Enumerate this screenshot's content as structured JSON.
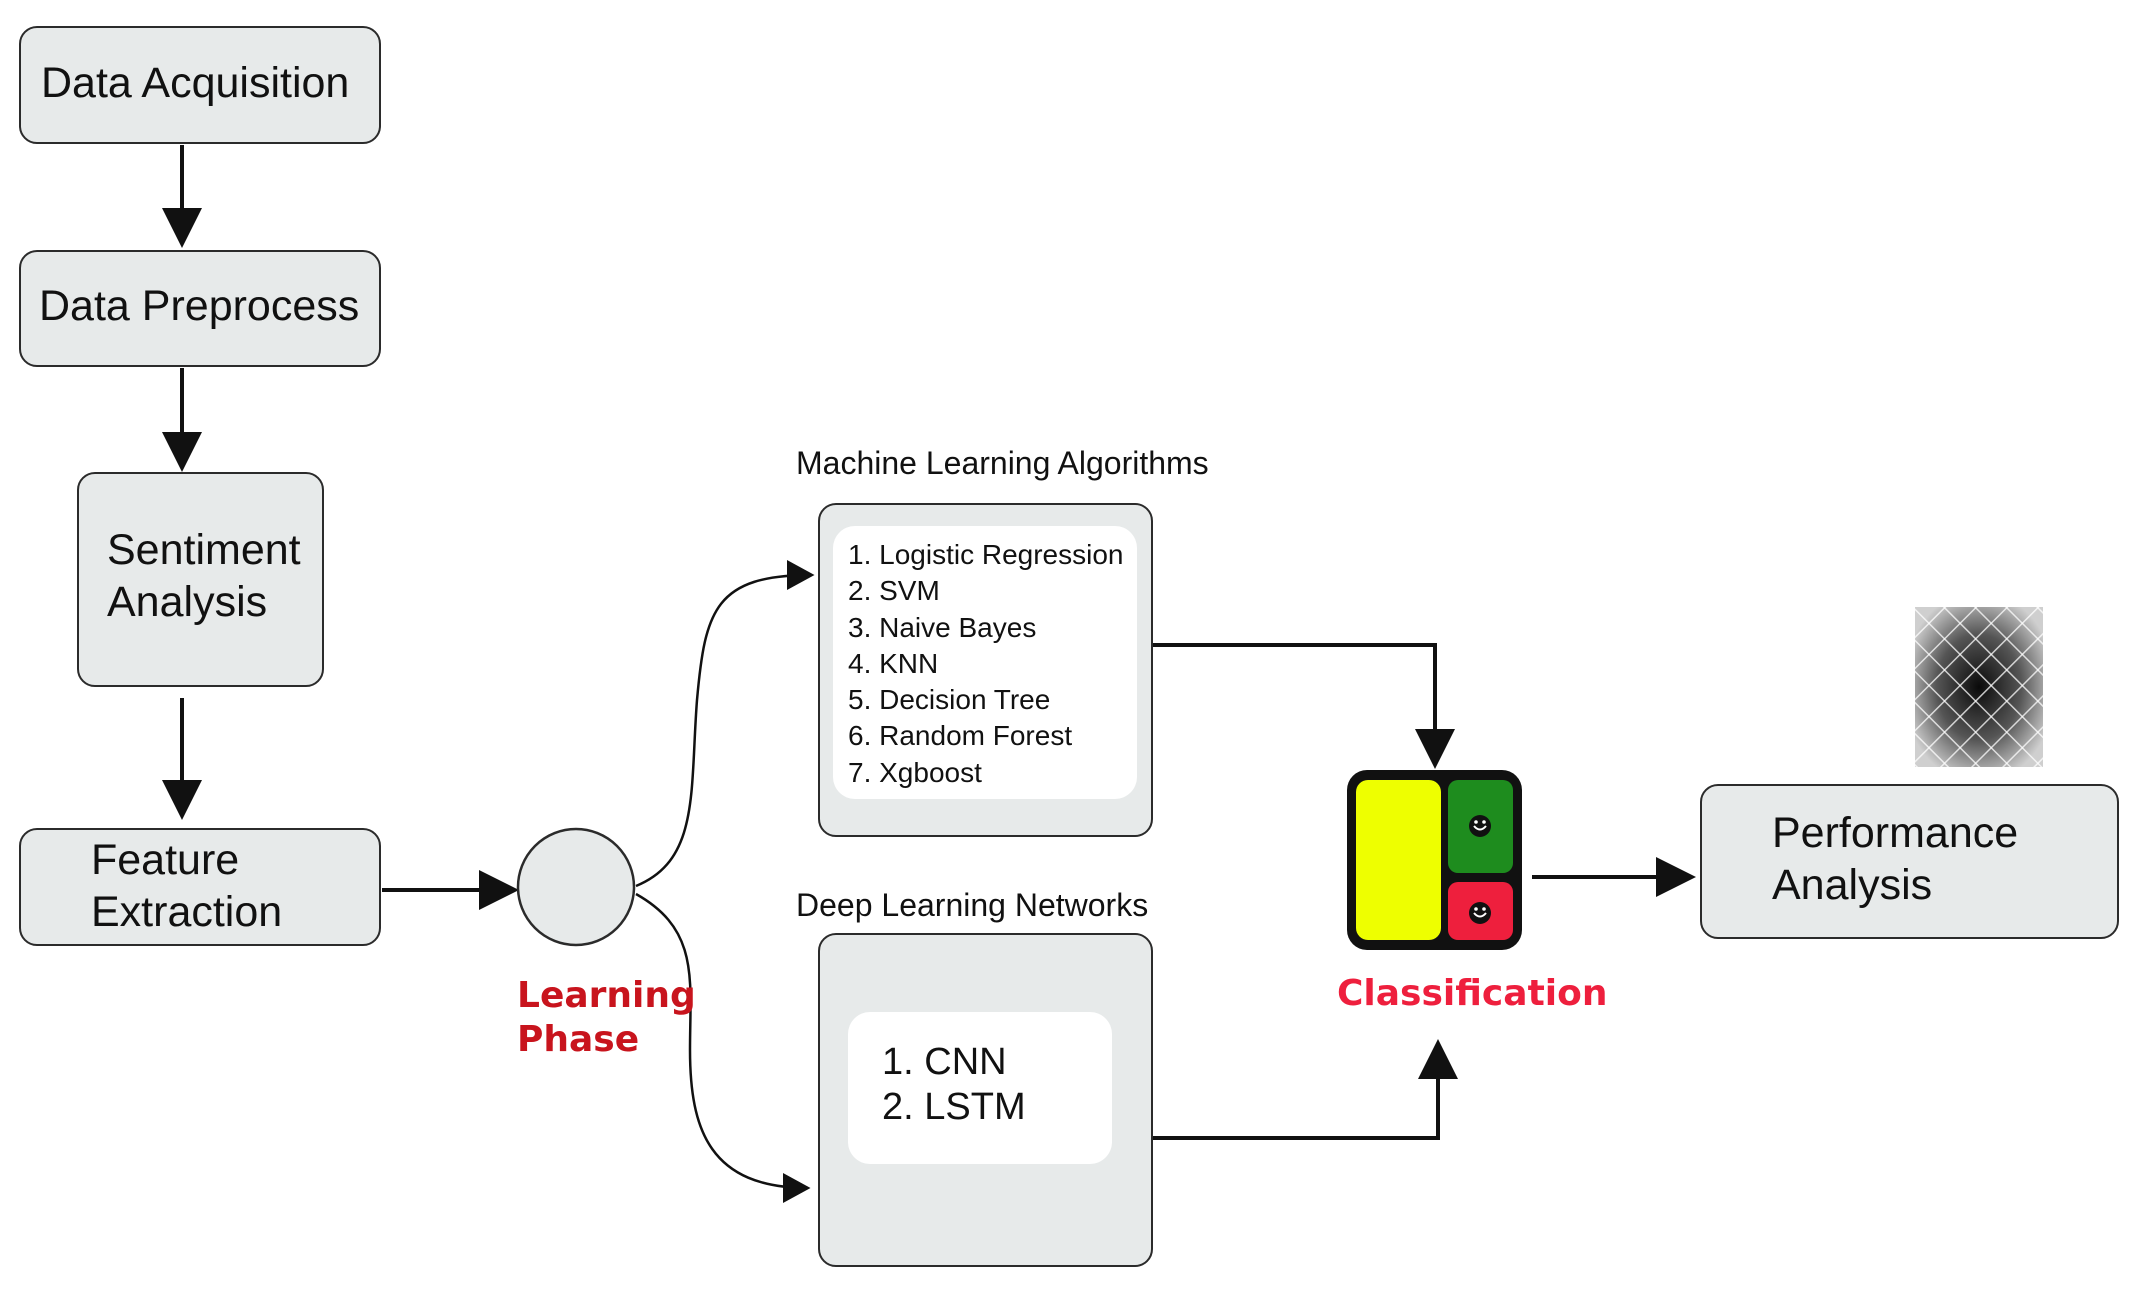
{
  "steps": {
    "data_acquisition": "Data Acquisition",
    "data_preprocess": "Data Preprocess",
    "sentiment_line1": "Sentiment",
    "sentiment_line2": "Analysis",
    "feature_line1": "Feature",
    "feature_line2": "Extraction",
    "performance_line1": "Performance",
    "performance_line2": "Analysis"
  },
  "learning_phase": {
    "line1": "Learning",
    "line2": "Phase"
  },
  "ml": {
    "title": "Machine Learning Algorithms",
    "items": [
      "1. Logistic Regression",
      "2. SVM",
      "3. Naive Bayes",
      "4. KNN",
      "5. Decision Tree",
      "6. Random Forest",
      "7. Xgboost"
    ]
  },
  "dl": {
    "title": "Deep Learning Networks",
    "items": [
      "1. CNN",
      "2. LSTM"
    ]
  },
  "classification": {
    "label": "Classification"
  },
  "colors": {
    "box_fill": "#e7eaea",
    "accent_red": "#c8141d",
    "panel_yellow": "#eeff00",
    "panel_green": "#1e8c1e",
    "panel_red": "#ee1f3d"
  },
  "icons": {
    "classifier": "classification-panel-icon",
    "performance": "performance-texture-icon"
  }
}
